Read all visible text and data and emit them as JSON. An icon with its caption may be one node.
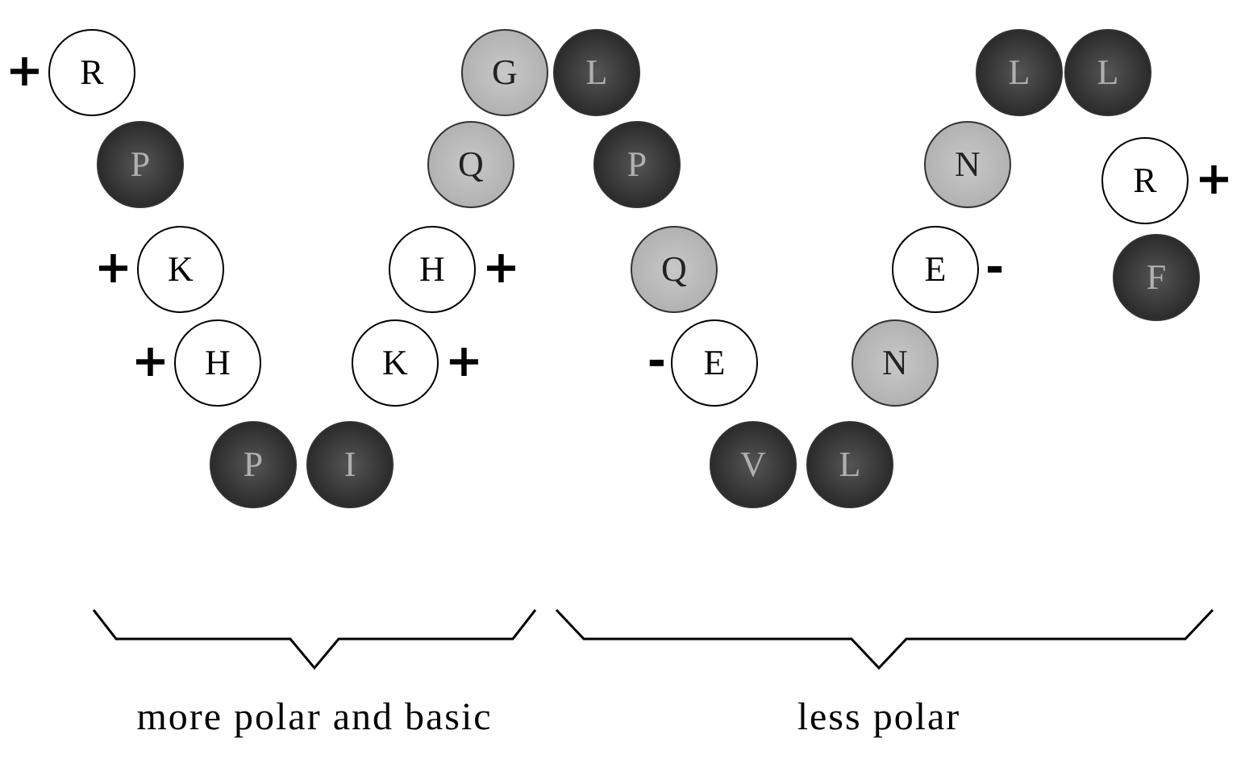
{
  "diagram": {
    "nodes": [
      {
        "text": [
          "R"
        ],
        "beside": [
          "+"
        ]
      },
      {
        "text": [
          "P"
        ]
      },
      {
        "text": [
          "K"
        ],
        "beside": [
          "+"
        ]
      },
      {
        "text": [
          "H"
        ],
        "beside": [
          "+"
        ]
      },
      {
        "text": [
          "P"
        ]
      },
      {
        "text": [
          "I"
        ]
      },
      {
        "text": [
          "K"
        ],
        "beside": [
          "+"
        ]
      },
      {
        "text": [
          "H"
        ],
        "beside": [
          "+"
        ]
      },
      {
        "text": [
          "Q"
        ]
      },
      {
        "text": [
          "G"
        ]
      },
      {
        "text": [
          "L"
        ]
      },
      {
        "text": [
          "P"
        ]
      },
      {
        "text": [
          "Q"
        ]
      },
      {
        "text": [
          "E"
        ],
        "beside": [
          "-"
        ]
      },
      {
        "text": [
          "V"
        ]
      },
      {
        "text": [
          "L"
        ]
      },
      {
        "text": [
          "N"
        ]
      },
      {
        "text": [
          "E"
        ],
        "beside": [
          "-"
        ]
      },
      {
        "text": [
          "N"
        ]
      },
      {
        "text": [
          "L"
        ]
      },
      {
        "text": [
          "L"
        ]
      },
      {
        "text": [
          "R"
        ],
        "beside": [
          "+"
        ]
      },
      {
        "text": [
          "F"
        ]
      }
    ],
    "labels": [
      "more polar and basic",
      "less polar"
    ]
  }
}
